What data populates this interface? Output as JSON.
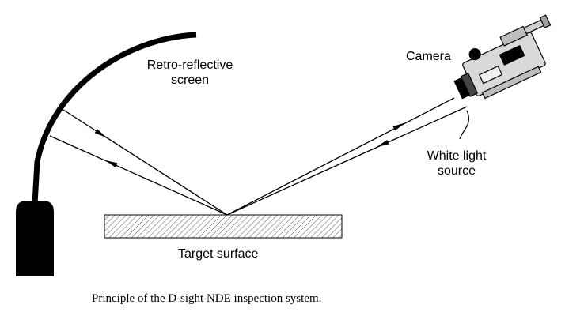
{
  "labels": {
    "screen_line1": "Retro-reflective",
    "screen_line2": "screen",
    "camera": "Camera",
    "light_line1": "White light",
    "light_line2": "source",
    "target": "Target surface"
  },
  "caption": "Principle of the D-sight NDE inspection system.",
  "colors": {
    "ink": "#000000",
    "hatch": "#555555",
    "camera_body": "#d9d9d9",
    "background": "#ffffff"
  }
}
